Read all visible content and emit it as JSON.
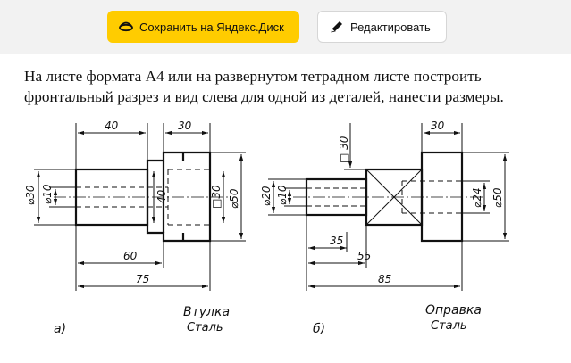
{
  "toolbar": {
    "save_label": "Сохранить на Яндекс.Диск",
    "save_icon": "yandex-disk-icon",
    "edit_label": "Редактировать",
    "edit_icon": "pencil-icon",
    "accent_color": "#ffcc00"
  },
  "task": {
    "text": "На листе формата А4 или на развернутом тетрадном листе построить фронтальный разрез и вид слева для одной из деталей, нанести размеры."
  },
  "figure_a": {
    "label": "а)",
    "name": "Втулка",
    "material": "Сталь",
    "dims": {
      "top_left": "40",
      "top_right": "30",
      "dia_outer": "⌀30",
      "dia_inner": "⌀10",
      "bore": "40",
      "square": "□30",
      "dia_flange": "⌀50",
      "len_60": "60",
      "len_75": "75"
    }
  },
  "figure_b": {
    "label": "б)",
    "name": "Оправка",
    "material": "Сталь",
    "dims": {
      "square": "□ 30",
      "top_right": "30",
      "dia_20": "⌀20",
      "dia_10": "⌀10",
      "dia_24": "⌀24",
      "dia_50": "⌀50",
      "len_35": "35",
      "len_55": "55",
      "len_85": "85"
    }
  }
}
